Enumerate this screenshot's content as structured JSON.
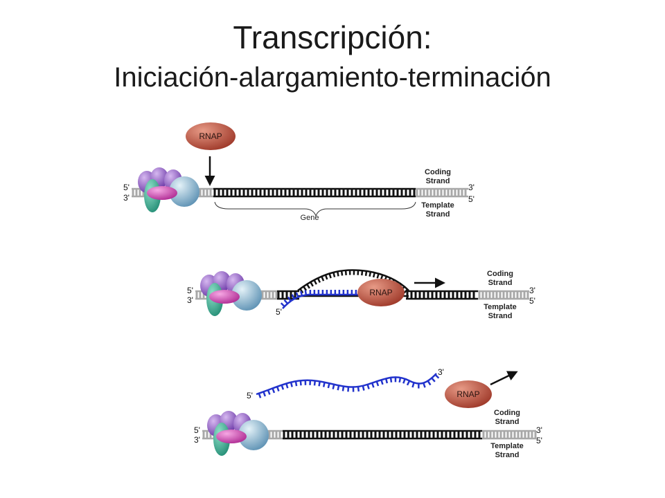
{
  "title": {
    "line1": "Transcripción:",
    "line2": "Iniciación-alargamiento-terminación"
  },
  "labels": {
    "rnap": "RNAP",
    "coding_strand": [
      "Coding",
      "Strand"
    ],
    "template_strand": [
      "Template",
      "Strand"
    ],
    "gene": "Gene",
    "five_prime": "5'",
    "three_prime": "3'"
  },
  "colors": {
    "dna_dark": "#111111",
    "dna_grey": "#a8a8a8",
    "rna": "#2233cc",
    "rnap_fill": "#b24a3a",
    "protein_purple": "#8e5cc0",
    "protein_pink": "#d04ab0",
    "protein_teal": "#2a9e86",
    "protein_blue": "#7fb0cc"
  }
}
